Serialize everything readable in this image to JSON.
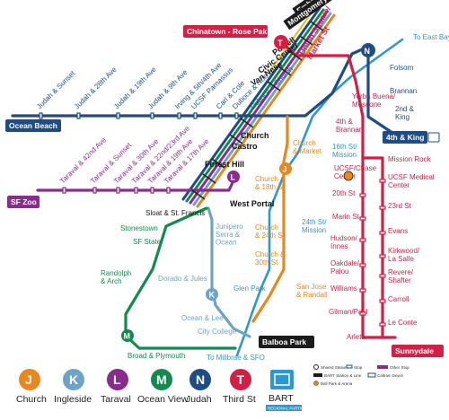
{
  "colors": {
    "J": "#e7871d",
    "K": "#6fa3c5",
    "L": "#8a2c8d",
    "M": "#138a4e",
    "N": "#1e4c84",
    "T": "#d21f45",
    "BART": "#2f97d0",
    "F": "#e0c21a",
    "station_box": "#1c1c1c",
    "dark": "#222222"
  },
  "icons": {
    "bart": "bart-logo-icon",
    "caltrain": "caltrain-icon",
    "ballpark": "ballpark-arena-icon",
    "station": "station-icon"
  },
  "stations": {
    "embarcadero": "Embarcadero",
    "montgomery": "Montgomery",
    "powell": "Powell",
    "civic_center": "Civic Center",
    "van_ness": "Van Ness",
    "church": "Church",
    "castro": "Castro",
    "forest_hill": "Forest Hill",
    "west_portal": "West Portal",
    "balboa_park": "Balboa Park",
    "chinatown": "Chinatown - Rose Pak",
    "union_square": "Union Square/\nMarket St",
    "yerba_buena": "Yerba Buena/\nMoscone",
    "fourth_brannan": "4th &\nBrannan",
    "fourth_king": "4th & King",
    "folsom": "Folsom",
    "brannan": "Brannan",
    "second_king": "2nd &\nKing",
    "to_east_bay": "To East Bay",
    "ocean_beach": "Ocean Beach",
    "sf_zoo": "SF Zoo",
    "sunnydale": "Sunnydale",
    "to_millbrae": "To Millbrae & SFO"
  },
  "stops": {
    "n_judah": [
      "Judah & Sunset",
      "Judah & 28th Ave",
      "Judah & 19th Ave",
      "Judah & 9th Ave",
      "Irving & 5th/4th Ave",
      "UCSF Parnassus",
      "Carl & Cole",
      "Duboce & Noe",
      "Duboce & Church"
    ],
    "l_taraval": [
      "Taraval & 42nd Ave",
      "Taraval & Sunset",
      "Taraval & 30th Ave",
      "Taraval & 22nd/23rd Ave",
      "Taraval & 19th Ave",
      "Taraval & 17th Ave"
    ],
    "m_ocean": [
      "Sloat & St. Francis",
      "Stonestown",
      "SF State",
      "Randolph\n& Arch",
      "Broad & Plymouth"
    ],
    "k_ingleside": [
      "Junipero\nSerra &\nOcean",
      "Dorado & Jules",
      "Ocean & Lee",
      "City College"
    ],
    "j_church": [
      "Church\n& Market",
      "Church\n& 18th St",
      "Church\n& 24th St",
      "Church &\n30th St",
      "San Jose\n& Randall",
      "Glen Park"
    ],
    "t_third": [
      "Mission Rock",
      "UCSF Medical\nCenter",
      "23rd St",
      "Evans",
      "Kirkwood/\nLa Salle",
      "Revere/\nShafter",
      "Carroll",
      "Le Conte",
      "Arleta",
      "UCSF/Chase\nCenter",
      "20th St",
      "Marin St",
      "Hudson/\nInnes",
      "Oakdale/\nPalou",
      "Williams",
      "Gilman/Paul"
    ],
    "bart": [
      "16th St/\nMission",
      "24th St/\nMission"
    ]
  },
  "legend": [
    {
      "letter": "J",
      "label": "Church",
      "color": "#e7871d"
    },
    {
      "letter": "K",
      "label": "Ingleside",
      "color": "#6fa3c5"
    },
    {
      "letter": "L",
      "label": "Taraval",
      "color": "#8a2c8d"
    },
    {
      "letter": "M",
      "label": "Ocean View",
      "color": "#138a4e"
    },
    {
      "letter": "N",
      "label": "Judah",
      "color": "#1e4c84"
    },
    {
      "letter": "T",
      "label": "Third St",
      "color": "#d21f45"
    }
  ],
  "legend_bart": {
    "label": "BART",
    "sub": "REGIONAL PARTNER"
  },
  "key_items": [
    "Shared Station",
    "Stop",
    "Other Stop",
    "BART Station & Line",
    "Caltrain Depot",
    "Ball Park & Arena"
  ]
}
